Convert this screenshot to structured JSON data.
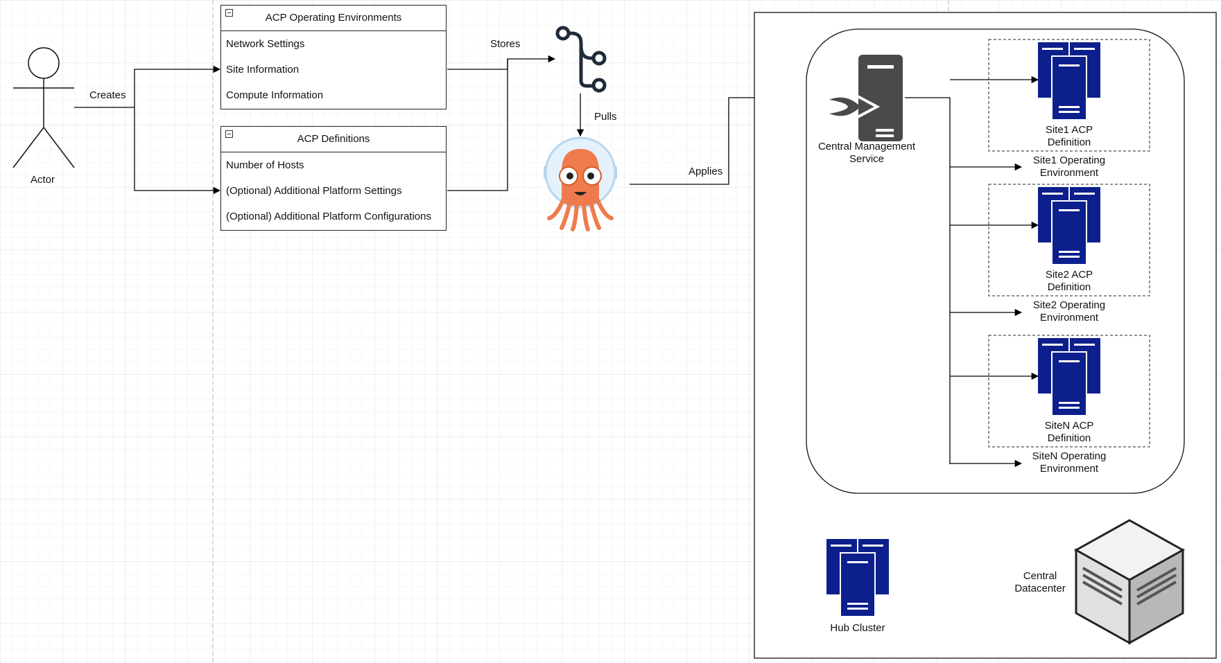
{
  "actor": {
    "label": "Actor"
  },
  "edges": {
    "creates": "Creates",
    "stores": "Stores",
    "pulls": "Pulls",
    "applies": "Applies"
  },
  "env_table": {
    "title": "ACP Operating Environments",
    "rows": [
      "Network Settings",
      "Site Information",
      "Compute Information"
    ]
  },
  "def_table": {
    "title": "ACP Definitions",
    "rows": [
      "Number of Hosts",
      "(Optional) Additional Platform Settings",
      "(Optional) Additional Platform Configurations"
    ]
  },
  "cms": {
    "label_line1": "Central Management",
    "label_line2": "Service"
  },
  "sites": [
    {
      "def_line1": "Site1 ACP",
      "def_line2": "Definition",
      "env_line1": "Site1 Operating",
      "env_line2": "Environment"
    },
    {
      "def_line1": "Site2 ACP",
      "def_line2": "Definition",
      "env_line1": "Site2 Operating",
      "env_line2": "Environment"
    },
    {
      "def_line1": "SiteN ACP",
      "def_line2": "Definition",
      "env_line1": "SiteN Operating",
      "env_line2": "Environment"
    }
  ],
  "hub": {
    "label": "Hub Cluster"
  },
  "datacenter": {
    "label_line1": "Central",
    "label_line2": "Datacenter"
  },
  "colors": {
    "server_blue": "#0c1f8c",
    "cms_gray": "#4a4a4a",
    "argo_orange": "#ef7b4d",
    "line": "#000000"
  },
  "icons": [
    "actor-stick-figure",
    "git-branch-icon",
    "argo-octopus-icon",
    "server-icon",
    "server-cluster-icon",
    "datacenter-cube-icon"
  ]
}
